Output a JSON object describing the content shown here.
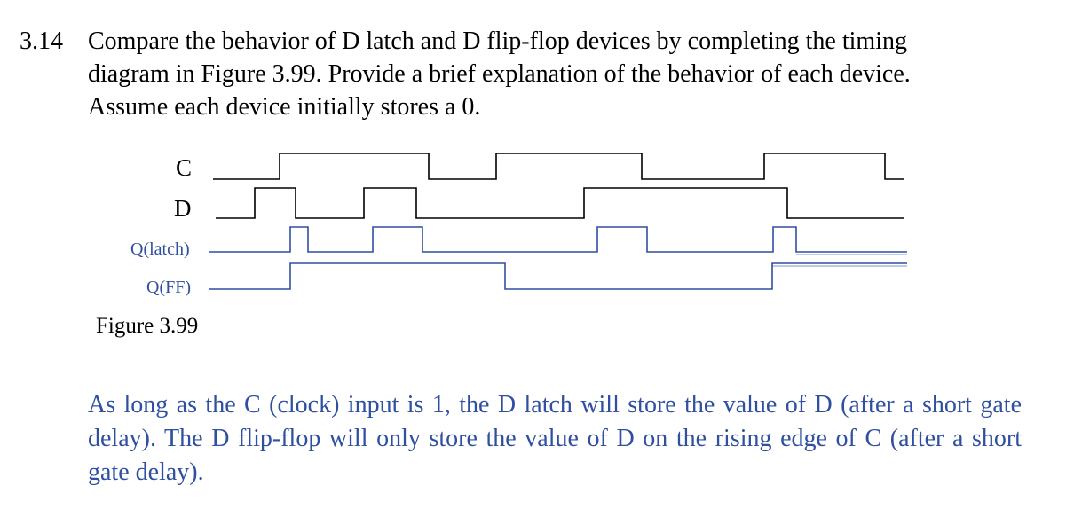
{
  "question": {
    "number": "3.14",
    "lines": [
      "Compare the behavior of D latch and D flip-flop devices by completing the timing",
      "diagram in Figure 3.99. Provide a brief explanation of the behavior of each device.",
      "Assume each device initially stores a 0."
    ]
  },
  "diagram": {
    "signals": [
      {
        "label": "C",
        "values": [
          0,
          1,
          0,
          1,
          0,
          1,
          0
        ],
        "transitions": [
          315,
          483,
          559,
          723,
          861,
          997
        ],
        "color": "#000000"
      },
      {
        "label": "D",
        "values": [
          0,
          1,
          0,
          1,
          0,
          1,
          0
        ],
        "transitions": [
          287,
          333,
          410,
          469,
          658,
          887
        ],
        "color": "#000000"
      },
      {
        "label": "Q(latch)",
        "values": [
          0,
          1,
          0,
          1,
          0,
          1,
          0,
          1,
          0
        ],
        "transitions": [
          327,
          347,
          420,
          476,
          673,
          729,
          871,
          897
        ],
        "color": "#2f4fa0"
      },
      {
        "label": "Q(FF)",
        "values": [
          0,
          1,
          0,
          1
        ],
        "transitions": [
          327,
          569,
          870
        ],
        "color": "#2f4fa0"
      }
    ],
    "caption": "Figure 3.99"
  },
  "answer": {
    "text": "As long as the C (clock) input is 1, the D latch will store the value of D (after a short gate delay). The D flip-flop will only store the value of D on the rising edge of C (after a short gate delay)."
  }
}
